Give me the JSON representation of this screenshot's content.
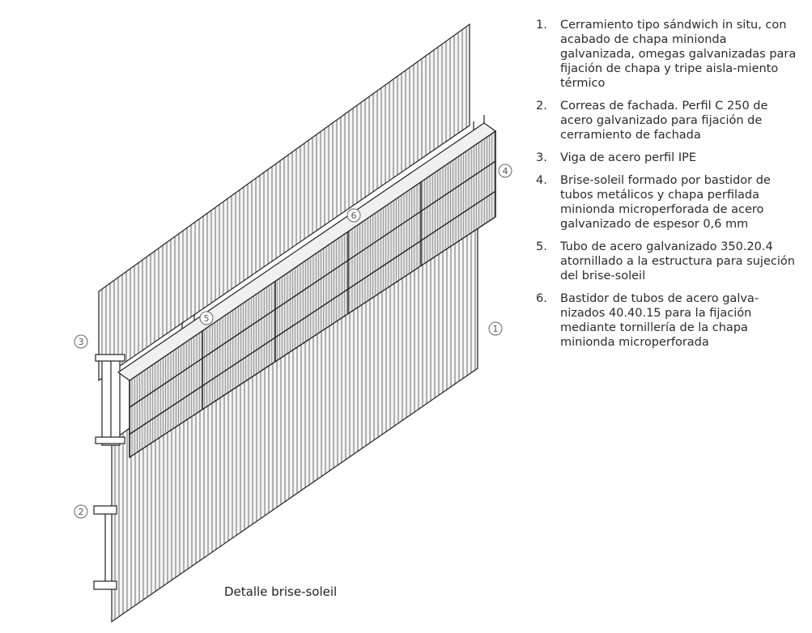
{
  "caption": "Detalle brise-soleil",
  "callouts": [
    "1",
    "2",
    "3",
    "4",
    "5",
    "6"
  ],
  "legend": [
    {
      "num": "1.",
      "text": "Cerramiento tipo sándwich in situ, con acabado de chapa minionda galvanizada, omegas galvanizadas para fijación de chapa y tripe aisla-miento térmico"
    },
    {
      "num": "2.",
      "text": "Correas de fachada. Perfil C 250 de acero galvanizado para fijación de cerramiento de fachada"
    },
    {
      "num": "3.",
      "text": "Viga de acero perfil IPE"
    },
    {
      "num": "4.",
      "text": "Brise-soleil formado por bastidor de tubos metálicos y chapa perfilada minionda microperforada de acero galvanizado de espesor 0,6 mm"
    },
    {
      "num": "5.",
      "text": "Tubo de acero galvanizado 350.20.4 atornillado a la estructura para sujeción del brise-soleil"
    },
    {
      "num": "6.",
      "text": "Bastidor de tubos de acero galva-nizados 40.40.15 para la fijación mediante tornillería de la chapa minionda microperforada"
    }
  ]
}
